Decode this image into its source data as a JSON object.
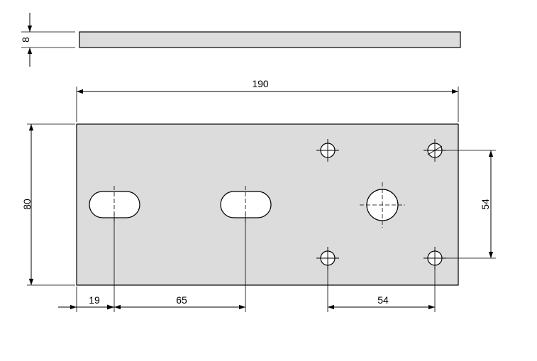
{
  "drawing": {
    "dimensions": {
      "thickness": "8",
      "width": "190",
      "height": "80",
      "slot_offset": "19",
      "slot_spacing": "65",
      "hole_spacing_horizontal": "54",
      "hole_spacing_vertical": "54"
    },
    "colors": {
      "part_fill": "#dcdcdc",
      "line": "#000000",
      "hole_fill": "#ffffff"
    }
  }
}
